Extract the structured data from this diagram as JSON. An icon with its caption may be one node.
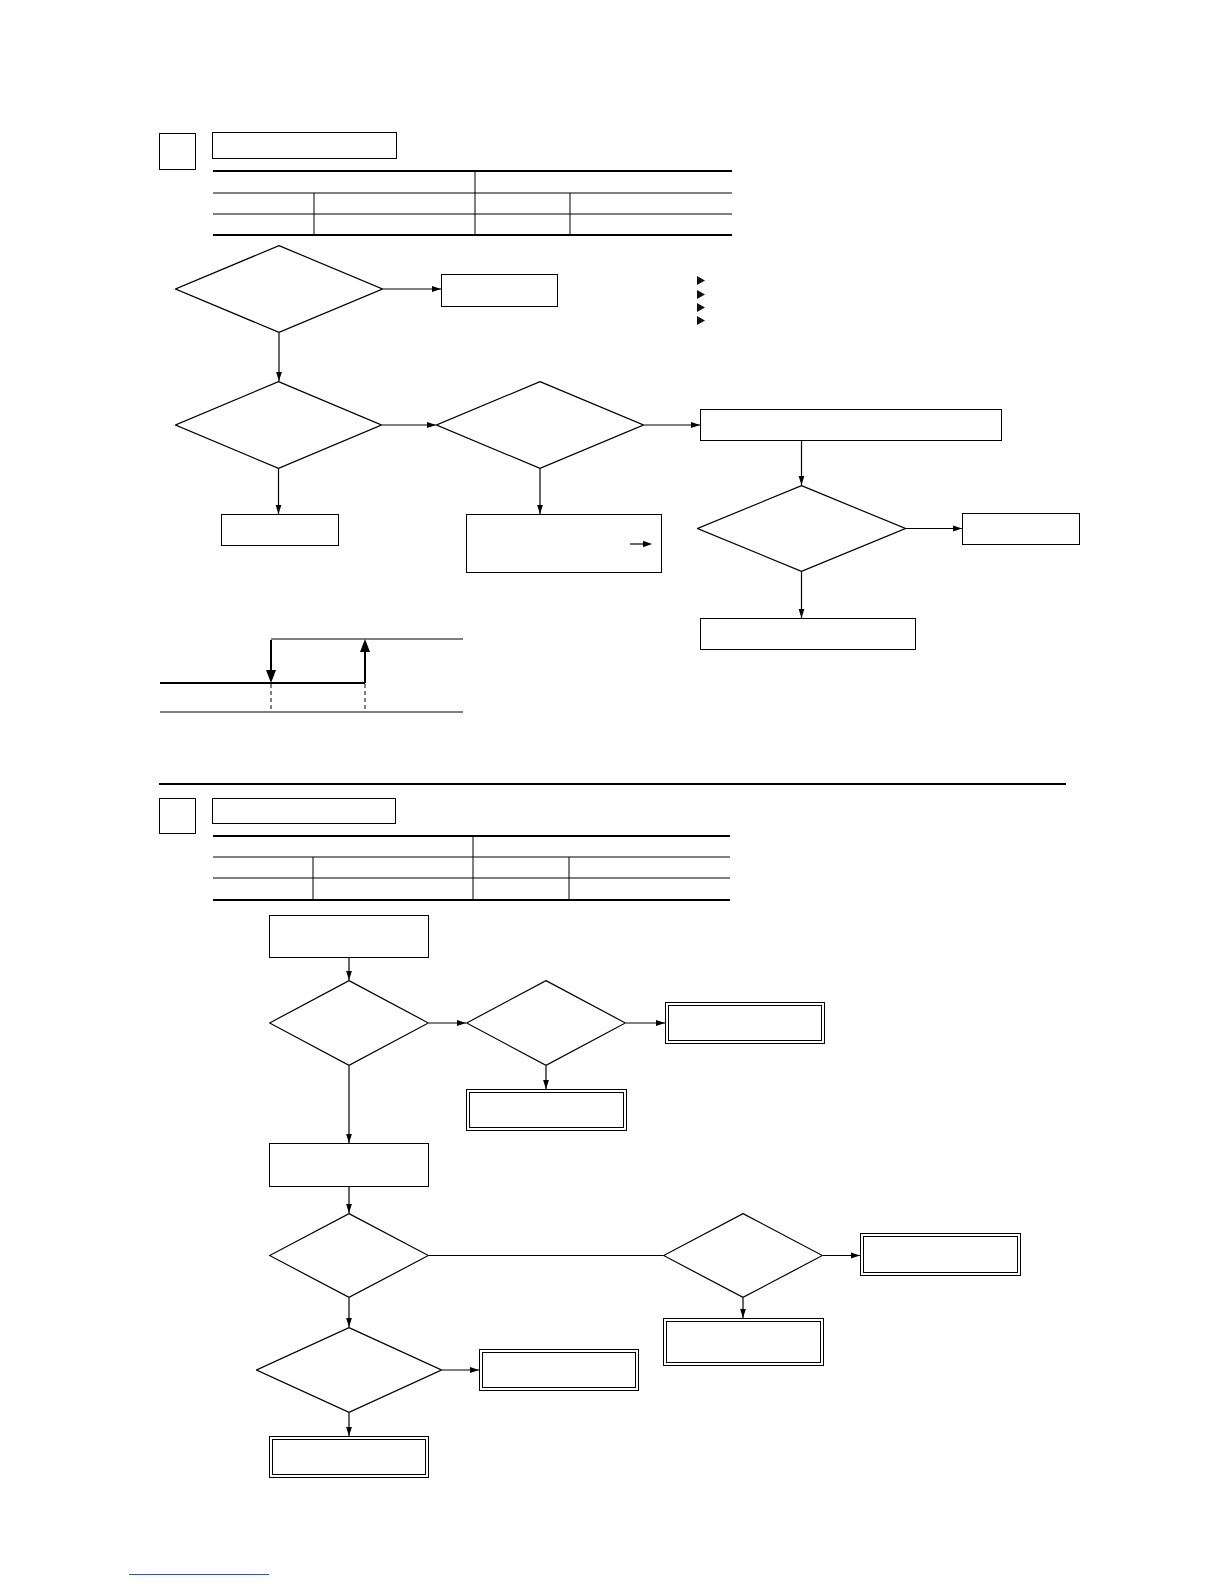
{
  "diagram": {
    "nodes": [
      {
        "text": [],
        "shape": "box"
      },
      {
        "text": [],
        "shape": "box"
      },
      {
        "text": [],
        "shape": "diamond"
      },
      {
        "text": [],
        "shape": "box"
      },
      {
        "text": [],
        "shape": "diamond"
      },
      {
        "text": [],
        "shape": "diamond"
      },
      {
        "text": [],
        "shape": "box"
      },
      {
        "text": [],
        "shape": "box"
      },
      {
        "text": [],
        "shape": "box"
      },
      {
        "text": [],
        "shape": "diamond"
      },
      {
        "text": [],
        "shape": "box"
      },
      {
        "text": [],
        "shape": "box"
      },
      {
        "text": [],
        "shape": "box"
      },
      {
        "text": [],
        "shape": "box"
      },
      {
        "text": [],
        "shape": "box"
      },
      {
        "text": [],
        "shape": "diamond"
      },
      {
        "text": [],
        "shape": "diamond"
      },
      {
        "text": [],
        "shape": "box"
      },
      {
        "text": [],
        "shape": "box"
      },
      {
        "text": [],
        "shape": "box"
      },
      {
        "text": [],
        "shape": "diamond"
      },
      {
        "text": [],
        "shape": "diamond"
      },
      {
        "text": [],
        "shape": "box"
      },
      {
        "text": [],
        "shape": "box"
      },
      {
        "text": [],
        "shape": "diamond"
      },
      {
        "text": [],
        "shape": "box"
      },
      {
        "text": [],
        "shape": "box"
      }
    ],
    "edges": [
      {
        "from": 2,
        "to": 3,
        "arrow": "to"
      },
      {
        "from": 2,
        "to": 4,
        "arrow": "to"
      },
      {
        "from": 4,
        "to": 5,
        "arrow": "to"
      },
      {
        "from": 5,
        "to": 6,
        "arrow": "to"
      },
      {
        "from": 4,
        "to": 7,
        "arrow": "to"
      },
      {
        "from": 5,
        "to": 8,
        "arrow": "to"
      },
      {
        "from": 6,
        "to": 9,
        "arrow": "to"
      },
      {
        "from": 9,
        "to": 10,
        "arrow": "to"
      },
      {
        "from": 9,
        "to": 11,
        "arrow": "to"
      },
      {
        "from": 14,
        "to": 15,
        "arrow": "to"
      },
      {
        "from": 15,
        "to": 16,
        "arrow": "to"
      },
      {
        "from": 16,
        "to": 17,
        "arrow": "to"
      },
      {
        "from": 16,
        "to": 18,
        "arrow": "to"
      },
      {
        "from": 15,
        "to": 19,
        "arrow": "to"
      },
      {
        "from": 19,
        "to": 20,
        "arrow": "to"
      },
      {
        "from": 20,
        "to": 21,
        "arrow": "none"
      },
      {
        "from": 21,
        "to": 22,
        "arrow": "to"
      },
      {
        "from": 21,
        "to": 23,
        "arrow": "to"
      },
      {
        "from": 20,
        "to": 24,
        "arrow": "to"
      },
      {
        "from": 24,
        "to": 25,
        "arrow": "to"
      },
      {
        "from": 24,
        "to": 26,
        "arrow": "to"
      }
    ]
  }
}
